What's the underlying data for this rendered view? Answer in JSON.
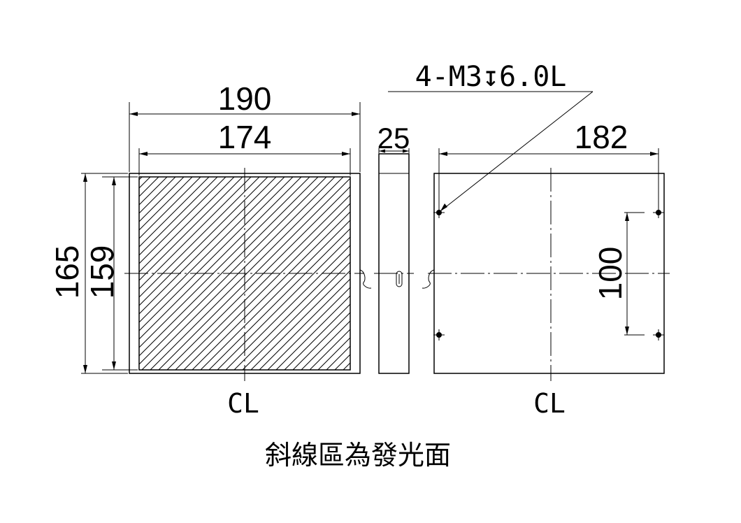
{
  "front_view": {
    "width_outer": "190",
    "width_inner": "174",
    "height_outer": "165",
    "height_inner": "159",
    "center_label": "CL"
  },
  "side_view": {
    "thickness": "25"
  },
  "back_view": {
    "hole_note": "4-M3↧6.0L",
    "hole_spacing_x": "182",
    "hole_spacing_y": "100",
    "center_label": "CL"
  },
  "caption": "斜線區為發光面"
}
